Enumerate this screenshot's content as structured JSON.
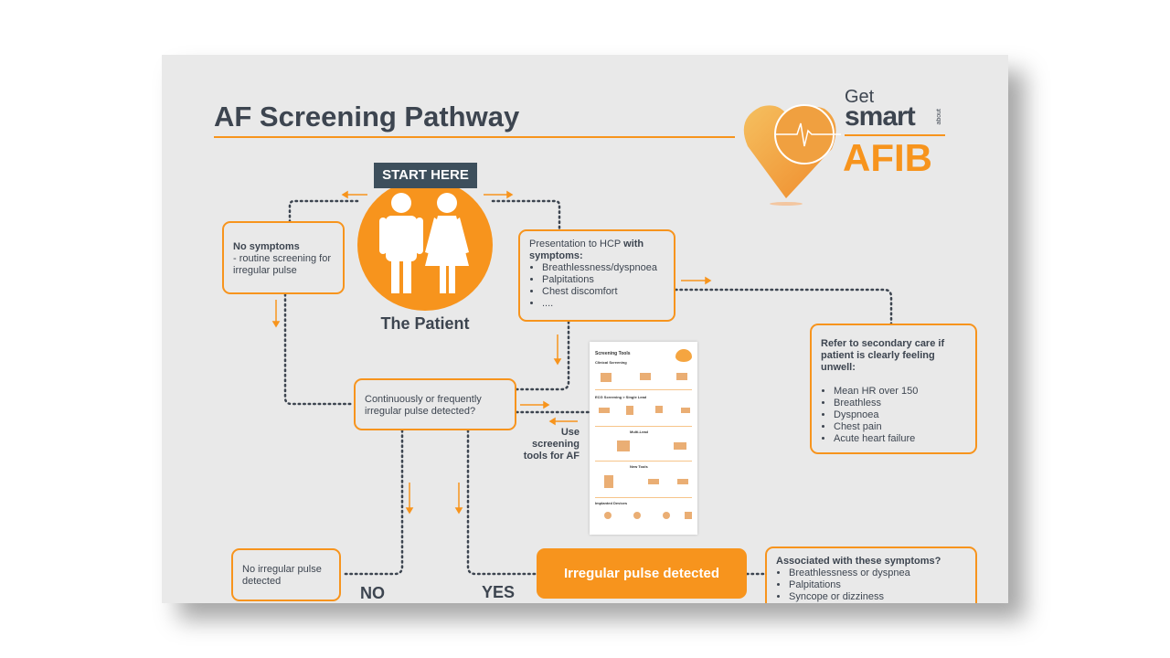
{
  "title": "AF Screening Pathway",
  "logo": {
    "get": "Get",
    "smart": "smart",
    "about": "about",
    "afib": "AFIB"
  },
  "start_label": "START HERE",
  "patient_label": "The Patient",
  "no_symptoms": {
    "title": "No symptoms",
    "text": "- routine screening for irregular pulse"
  },
  "presentation": {
    "title_a": "Presentation to HCP ",
    "title_b": "with symptoms:",
    "items": [
      "Breathlessness/dyspnoea",
      "Palpitations",
      "Chest discomfort",
      "...."
    ]
  },
  "secondary": {
    "title": "Refer to secondary care if patient is clearly feeling unwell:",
    "items": [
      "Mean HR over 150",
      "Breathless",
      "Dyspnoea",
      "Chest pain",
      "Acute heart failure"
    ]
  },
  "continuous": "Continuously or frequently irregular pulse detected?",
  "use_tools": "Use screening tools for AF",
  "no_irregular": "No irregular pulse detected",
  "no_label": "NO",
  "yes_label": "YES",
  "irregular": "Irregular pulse detected",
  "associated": {
    "title": "Associated with these symptoms?",
    "items": [
      "Breathlessness or dyspnea",
      "Palpitations",
      "Syncope or dizziness"
    ]
  },
  "thumbnail": {
    "title": "Screening Tools",
    "sections": [
      "Clinical Screening",
      "ECG Screening > Single Lead",
      "Multi-Lead",
      "New Tools",
      "Implanted Devices"
    ]
  },
  "colors": {
    "accent": "#f7941d",
    "text": "#3d4550",
    "start_bg": "#3d4f5c",
    "sheet_bg": "#e9e9e9"
  }
}
